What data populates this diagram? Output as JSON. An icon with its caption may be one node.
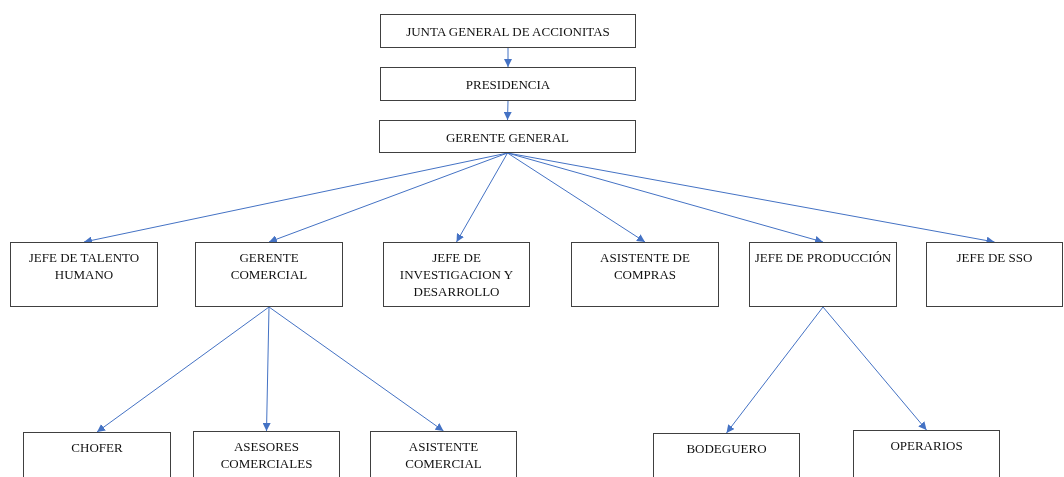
{
  "diagram": {
    "nodes": [
      {
        "text": [
          "JUNTA GENERAL DE ACCIONITAS"
        ]
      },
      {
        "text": [
          "PRESIDENCIA"
        ]
      },
      {
        "text": [
          "GERENTE GENERAL"
        ]
      },
      {
        "text": [
          "JEFE DE TALENTO HUMANO"
        ]
      },
      {
        "text": [
          "GERENTE COMERCIAL"
        ]
      },
      {
        "text": [
          "JEFE DE INVESTIGACION Y DESARROLLO"
        ]
      },
      {
        "text": [
          "ASISTENTE DE COMPRAS"
        ]
      },
      {
        "text": [
          "JEFE DE PRODUCCIÓN"
        ]
      },
      {
        "text": [
          "JEFE DE SSO"
        ]
      },
      {
        "text": [
          "CHOFER"
        ]
      },
      {
        "text": [
          "ASESORES COMERCIALES"
        ]
      },
      {
        "text": [
          "ASISTENTE COMERCIAL"
        ]
      },
      {
        "text": [
          "BODEGUERO"
        ]
      },
      {
        "text": [
          "OPERARIOS"
        ]
      }
    ],
    "edges": [
      {
        "from": 0,
        "to": 1,
        "arrow": "to"
      },
      {
        "from": 1,
        "to": 2,
        "arrow": "to"
      },
      {
        "from": 2,
        "to": 3,
        "arrow": "to"
      },
      {
        "from": 2,
        "to": 4,
        "arrow": "to"
      },
      {
        "from": 2,
        "to": 5,
        "arrow": "to"
      },
      {
        "from": 2,
        "to": 6,
        "arrow": "to"
      },
      {
        "from": 2,
        "to": 7,
        "arrow": "to"
      },
      {
        "from": 2,
        "to": 8,
        "arrow": "to"
      },
      {
        "from": 4,
        "to": 9,
        "arrow": "to"
      },
      {
        "from": 4,
        "to": 10,
        "arrow": "to"
      },
      {
        "from": 4,
        "to": 11,
        "arrow": "to"
      },
      {
        "from": 7,
        "to": 12,
        "arrow": "to"
      },
      {
        "from": 7,
        "to": 13,
        "arrow": "to"
      }
    ]
  }
}
